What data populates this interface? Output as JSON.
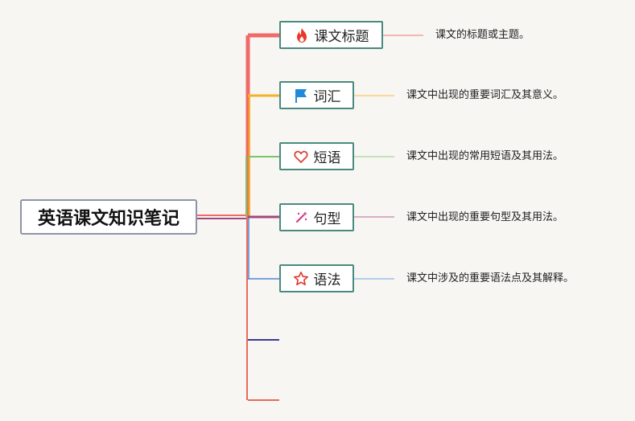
{
  "root": {
    "label": "英语课文知识笔记"
  },
  "branches": [
    {
      "label": "课文标题",
      "icon": "fire-icon",
      "description": "课文的标题或主题。",
      "color": "#f06a6a"
    },
    {
      "label": "词汇",
      "icon": "flag-icon",
      "description": "课文中出现的重要词汇及其意义。",
      "color": "#f5b324"
    },
    {
      "label": "短语",
      "icon": "heart-icon",
      "description": "课文中出现的常用短语及其用法。",
      "color": "#7bc46a"
    },
    {
      "label": "句型",
      "icon": "sparkle-wand-icon",
      "description": "课文中出现的重要句型及其用法。",
      "color": "#a0487e"
    },
    {
      "label": "语法",
      "icon": "star-icon",
      "description": "课文中涉及的重要语法点及其解释。",
      "color": "#4d86d6"
    }
  ],
  "extra_branch_colors": [
    "#3a3a90",
    "#ea6a5a"
  ]
}
